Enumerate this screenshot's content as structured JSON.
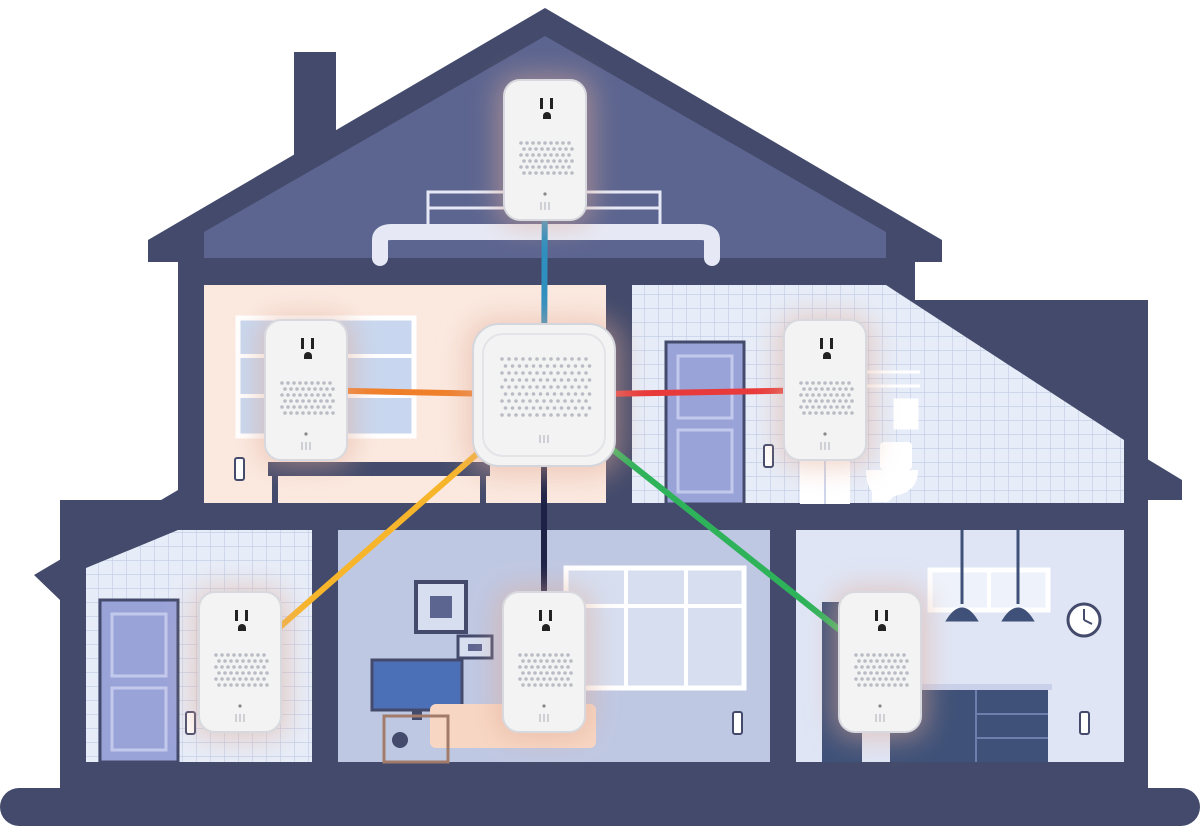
{
  "colors": {
    "house": "#434a6b",
    "attic": "#5c6590",
    "bedroom": "#fbe9e0",
    "bathroom": "#e6ecf7",
    "living": "#bfc8e3",
    "kitchen": "#dfe5f5",
    "hall": "#e3e9f7",
    "door": "#9aa3d8",
    "device": "#f3f3f3",
    "device_shadow": "#e1ac97",
    "links": {
      "attic": "#2f8fbf",
      "bedroom": "#f07f2a",
      "bathroom": "#e83a3a",
      "hall": "#f7b52b",
      "living": "#1e2246",
      "kitchen": "#2fb35a"
    }
  },
  "diagram": {
    "hub": {
      "name": "hub",
      "icon": "wifi-hub-icon"
    },
    "satellites": [
      {
        "name": "attic",
        "icon": "plug-in-extender-icon",
        "link_color": "#2f8fbf"
      },
      {
        "name": "bedroom",
        "icon": "plug-in-extender-icon",
        "link_color": "#f07f2a"
      },
      {
        "name": "bathroom",
        "icon": "plug-in-extender-icon",
        "link_color": "#e83a3a"
      },
      {
        "name": "hall",
        "icon": "plug-in-extender-icon",
        "link_color": "#f7b52b"
      },
      {
        "name": "living-room",
        "icon": "plug-in-extender-icon",
        "link_color": "#1e2246"
      },
      {
        "name": "kitchen",
        "icon": "plug-in-extender-icon",
        "link_color": "#2fb35a"
      }
    ]
  }
}
